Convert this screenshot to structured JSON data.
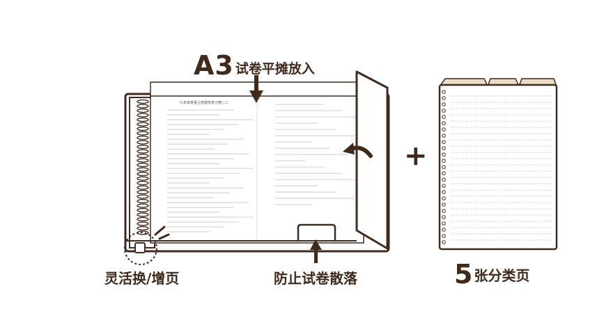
{
  "labels": {
    "a3_big": "A3",
    "a3_text": "试卷平摊放入",
    "flex": "灵活换/增页",
    "prevent": "防止试卷散落",
    "five_big": "5",
    "five_text": "张分类页"
  },
  "plus_sign": "+",
  "paper": {
    "title": "九年级英语上册期末复习卷(二)"
  },
  "icons": {
    "arrow_down": "arrow-down-icon",
    "arrow_curve": "curved-arrow-icon",
    "arrow_up": "arrow-up-icon",
    "binder_ring": "binder-ring-icon"
  },
  "colors": {
    "outline": "#3f2a1c",
    "tab": "#e8dcc6",
    "paper_line": "#bdbdbd",
    "text": "#3f2a1c"
  }
}
